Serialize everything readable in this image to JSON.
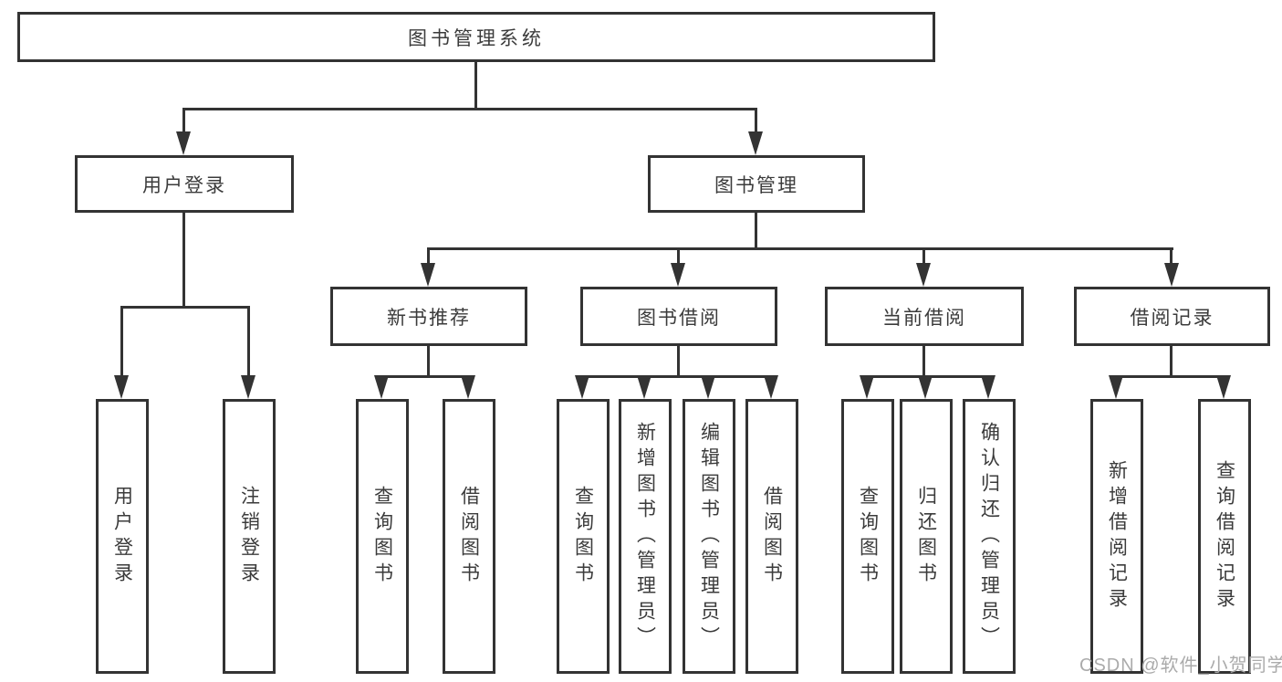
{
  "diagram": {
    "root": {
      "label": "图书管理系统"
    },
    "branches": [
      {
        "label": "用户登录",
        "children": [
          {
            "label": "用户登录"
          },
          {
            "label": "注销登录"
          }
        ]
      },
      {
        "label": "图书管理",
        "children": [
          {
            "label": "新书推荐",
            "children": [
              {
                "label": "查询图书"
              },
              {
                "label": "借阅图书"
              }
            ]
          },
          {
            "label": "图书借阅",
            "children": [
              {
                "label": "查询图书"
              },
              {
                "label": "新增图书（管理员）"
              },
              {
                "label": "编辑图书（管理员）"
              },
              {
                "label": "借阅图书"
              }
            ]
          },
          {
            "label": "当前借阅",
            "children": [
              {
                "label": "查询图书"
              },
              {
                "label": "归还图书"
              },
              {
                "label": "确认归还（管理员）"
              }
            ]
          },
          {
            "label": "借阅记录",
            "children": [
              {
                "label": "新增借阅记录"
              },
              {
                "label": "查询借阅记录"
              }
            ]
          }
        ]
      }
    ]
  },
  "watermark": {
    "text": "CSDN @软件_小贺同学"
  },
  "colors": {
    "line": "#333333",
    "text": "#3b3b3b",
    "watermark": "#ababab",
    "bg": "#ffffff"
  }
}
